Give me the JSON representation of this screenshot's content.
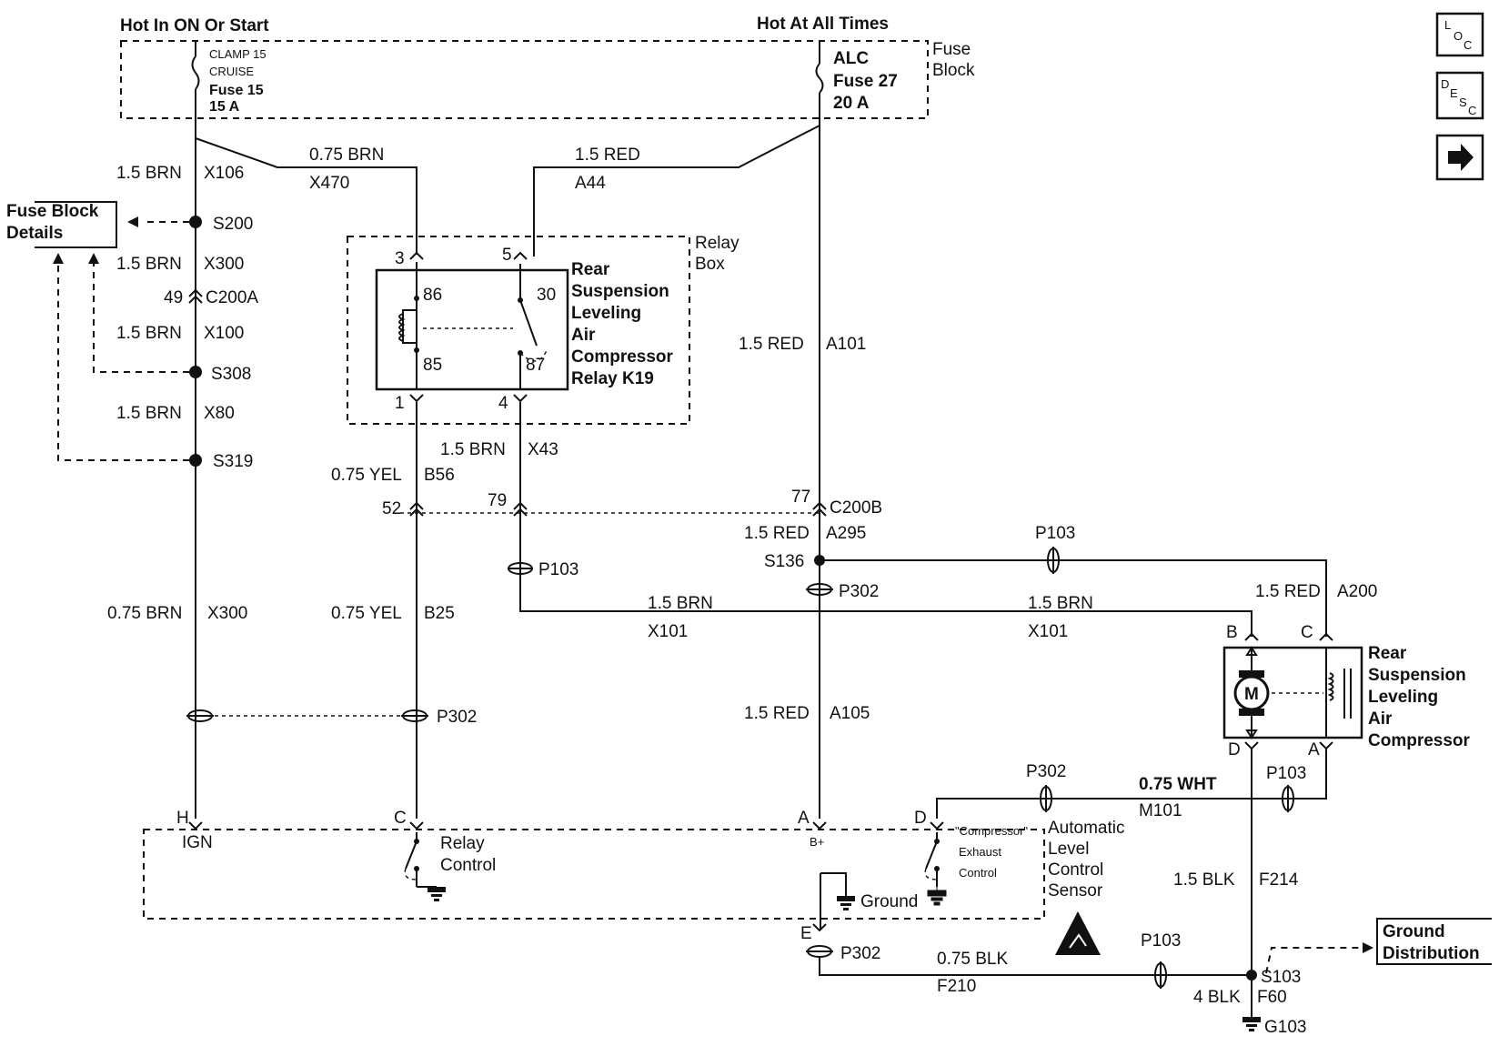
{
  "header": {
    "hot_run": "Hot In ON Or Start",
    "hot_all": "Hot At All Times",
    "fuse_block": [
      "Fuse",
      "Block"
    ],
    "fuse15": [
      "CLAMP 15",
      "CRUISE",
      "Fuse 15",
      "15 A"
    ],
    "fuse27": [
      "ALC",
      "Fuse 27",
      "20 A"
    ]
  },
  "nav": {
    "loc": [
      "L",
      "O",
      "C"
    ],
    "desc": [
      "D",
      "E",
      "S",
      "C"
    ],
    "next_icon": "right-arrow-icon"
  },
  "fuse_details": [
    "Fuse Block",
    "Details"
  ],
  "left_wires": {
    "w1": [
      "1.5 BRN",
      "X106"
    ],
    "s200": "S200",
    "w2": [
      "1.5 BRN",
      "X300"
    ],
    "c200a_pin": "49",
    "c200a": "C200A",
    "w3": [
      "1.5 BRN",
      "X100"
    ],
    "s308": "S308",
    "w4": [
      "1.5 BRN",
      "X80"
    ],
    "s319": "S319",
    "w5": [
      "0.75 BRN",
      "X300"
    ]
  },
  "relay": {
    "box_label": [
      "Relay",
      "Box"
    ],
    "name": [
      "Rear",
      "Suspension",
      "Leveling",
      "Air",
      "Compressor",
      "Relay K19"
    ],
    "pins": {
      "p3": "3",
      "p5": "5",
      "p1": "1",
      "p4": "4",
      "t86": "86",
      "t85": "85",
      "t30": "30",
      "t87": "87"
    },
    "in_left": [
      "0.75 BRN",
      "X470"
    ],
    "in_right": [
      "1.5 RED",
      "A44"
    ],
    "out_left": [
      "0.75 YEL",
      "B56"
    ],
    "out_right": [
      "1.5 BRN",
      "X43"
    ]
  },
  "c200b": {
    "pin52": "52",
    "pin79": "79",
    "pin77": "77",
    "name": "C200B"
  },
  "mid": {
    "a101": [
      "1.5 RED",
      "A101"
    ],
    "a295": [
      "1.5 RED",
      "A295"
    ],
    "s136": "S136",
    "p302a": "P302",
    "p103a": "P103",
    "p103b": "P103",
    "b25": [
      "0.75 YEL",
      "B25"
    ],
    "x101a": [
      "1.5 BRN",
      "X101"
    ],
    "x101b": [
      "1.5 BRN",
      "X101"
    ],
    "a200": [
      "1.5  RED",
      "A200"
    ],
    "p302b": "P302",
    "a105": [
      "1.5 RED",
      "A105"
    ]
  },
  "compressor": {
    "name": [
      "Rear",
      "Suspension",
      "Leveling",
      "Air",
      "Compressor"
    ],
    "pins": {
      "b": "B",
      "c": "C",
      "d": "D",
      "a": "A"
    },
    "motor": "M"
  },
  "sensor": {
    "pins": {
      "h": "H",
      "c": "C",
      "a": "A",
      "d": "D",
      "e": "E"
    },
    "ign": "IGN",
    "relay_control": [
      "Relay",
      "Control"
    ],
    "bplus": "B+",
    "ground": "Ground",
    "exhaust": [
      "\"Compressor\"",
      "Exhaust",
      "Control"
    ],
    "name": [
      "Automatic",
      "Level",
      "Control",
      "Sensor"
    ]
  },
  "bottom": {
    "p302c": "P302",
    "m101": [
      "0.75 WHT",
      "M101"
    ],
    "p103c": "P103",
    "f214": [
      "1.5 BLK",
      "F214"
    ],
    "p302d": "P302",
    "f210": [
      "0.75 BLK",
      "F210"
    ],
    "p103d": "P103",
    "s103": "S103",
    "f60": [
      "4 BLK",
      "F60"
    ],
    "g103": "G103",
    "ground_dist": [
      "Ground",
      "Distribution"
    ]
  }
}
